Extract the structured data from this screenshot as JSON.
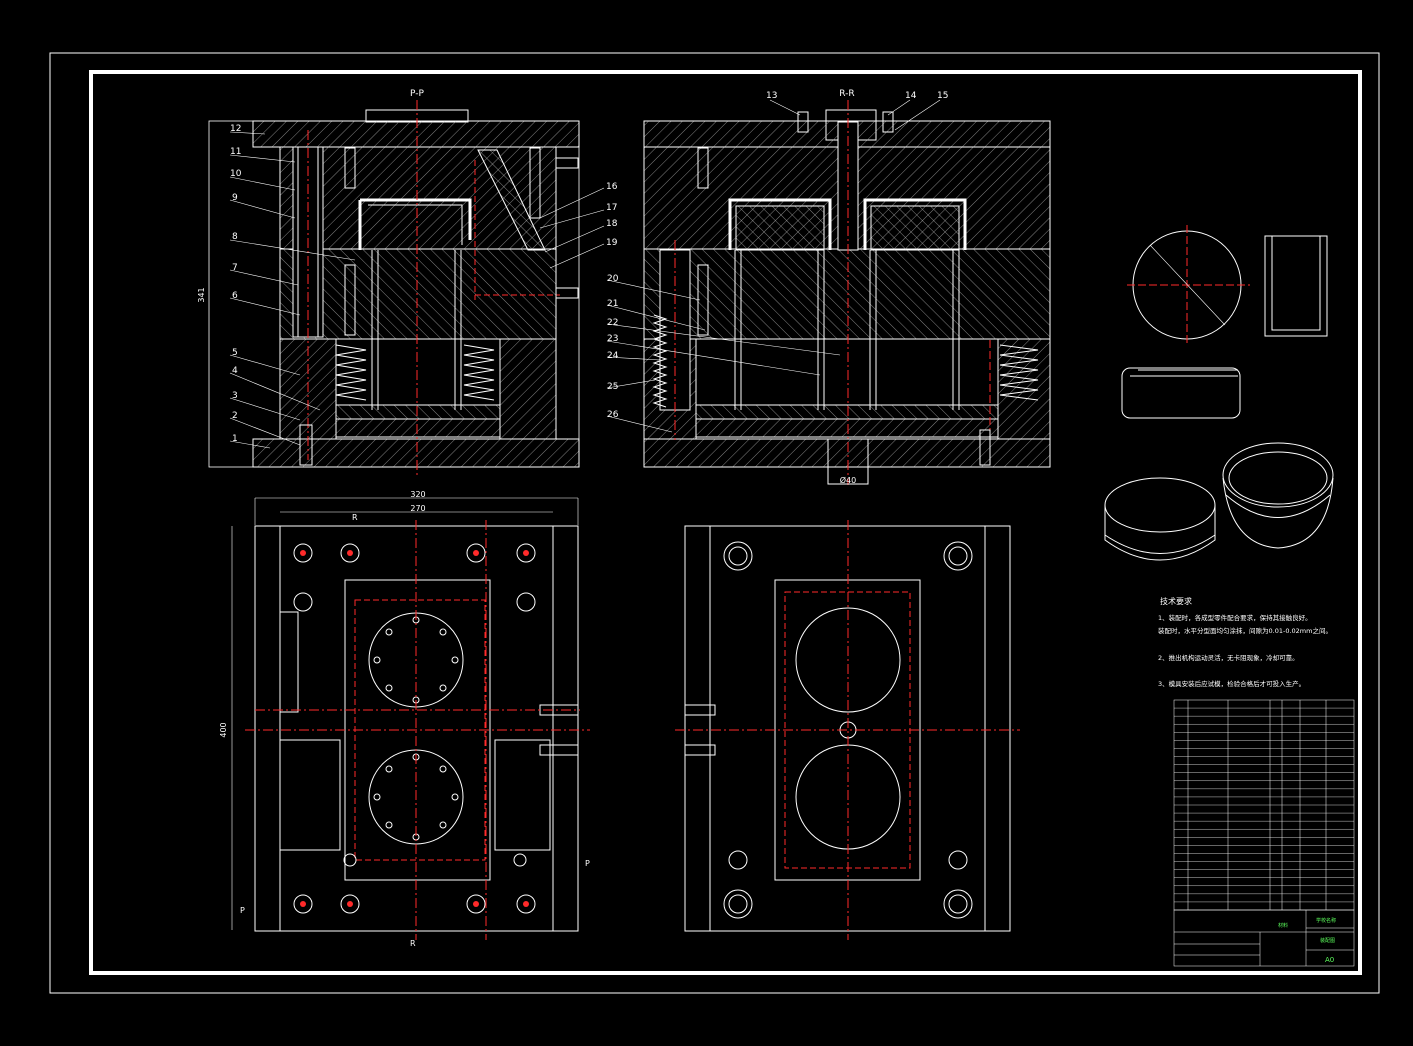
{
  "drawing": {
    "views": {
      "section_pp": "P-P",
      "section_rr": "R-R",
      "cut_r": "R",
      "cut_p": "P"
    },
    "dimensions": {
      "height_341": "341",
      "width_320": "320",
      "width_270": "270",
      "height_400": "400",
      "dia_40": "Ø40"
    },
    "part_numbers_left": [
      "12",
      "11",
      "10",
      "9",
      "8",
      "7",
      "6",
      "5",
      "4",
      "3",
      "2",
      "1"
    ],
    "part_numbers_top": [
      "13",
      "14",
      "15"
    ],
    "part_numbers_right": [
      "16",
      "17",
      "18",
      "19"
    ],
    "part_numbers_mid": [
      "20",
      "21",
      "22",
      "23",
      "24",
      "25",
      "26"
    ],
    "technical_requirements": {
      "title": "技术要求",
      "lines": [
        "1、装配时，各成型零件配合要求，保持其接触良好。",
        "装配时，水平分型面均匀涂抹，间隙为0.01-0.02mm之间。",
        "2、推出机构运动灵活，无卡阻现象，冷却可靠。",
        "3、模具安装后应试模，检验合格后才可投入生产。"
      ]
    },
    "title_block": {
      "scale": "A0",
      "material": "材料",
      "school": "学校名称",
      "drawing_name": "装配图"
    },
    "colors": {
      "background": "#000000",
      "lines": "#ffffff",
      "centerline": "#ff2a2a",
      "table_text": "#5cff5c"
    }
  }
}
